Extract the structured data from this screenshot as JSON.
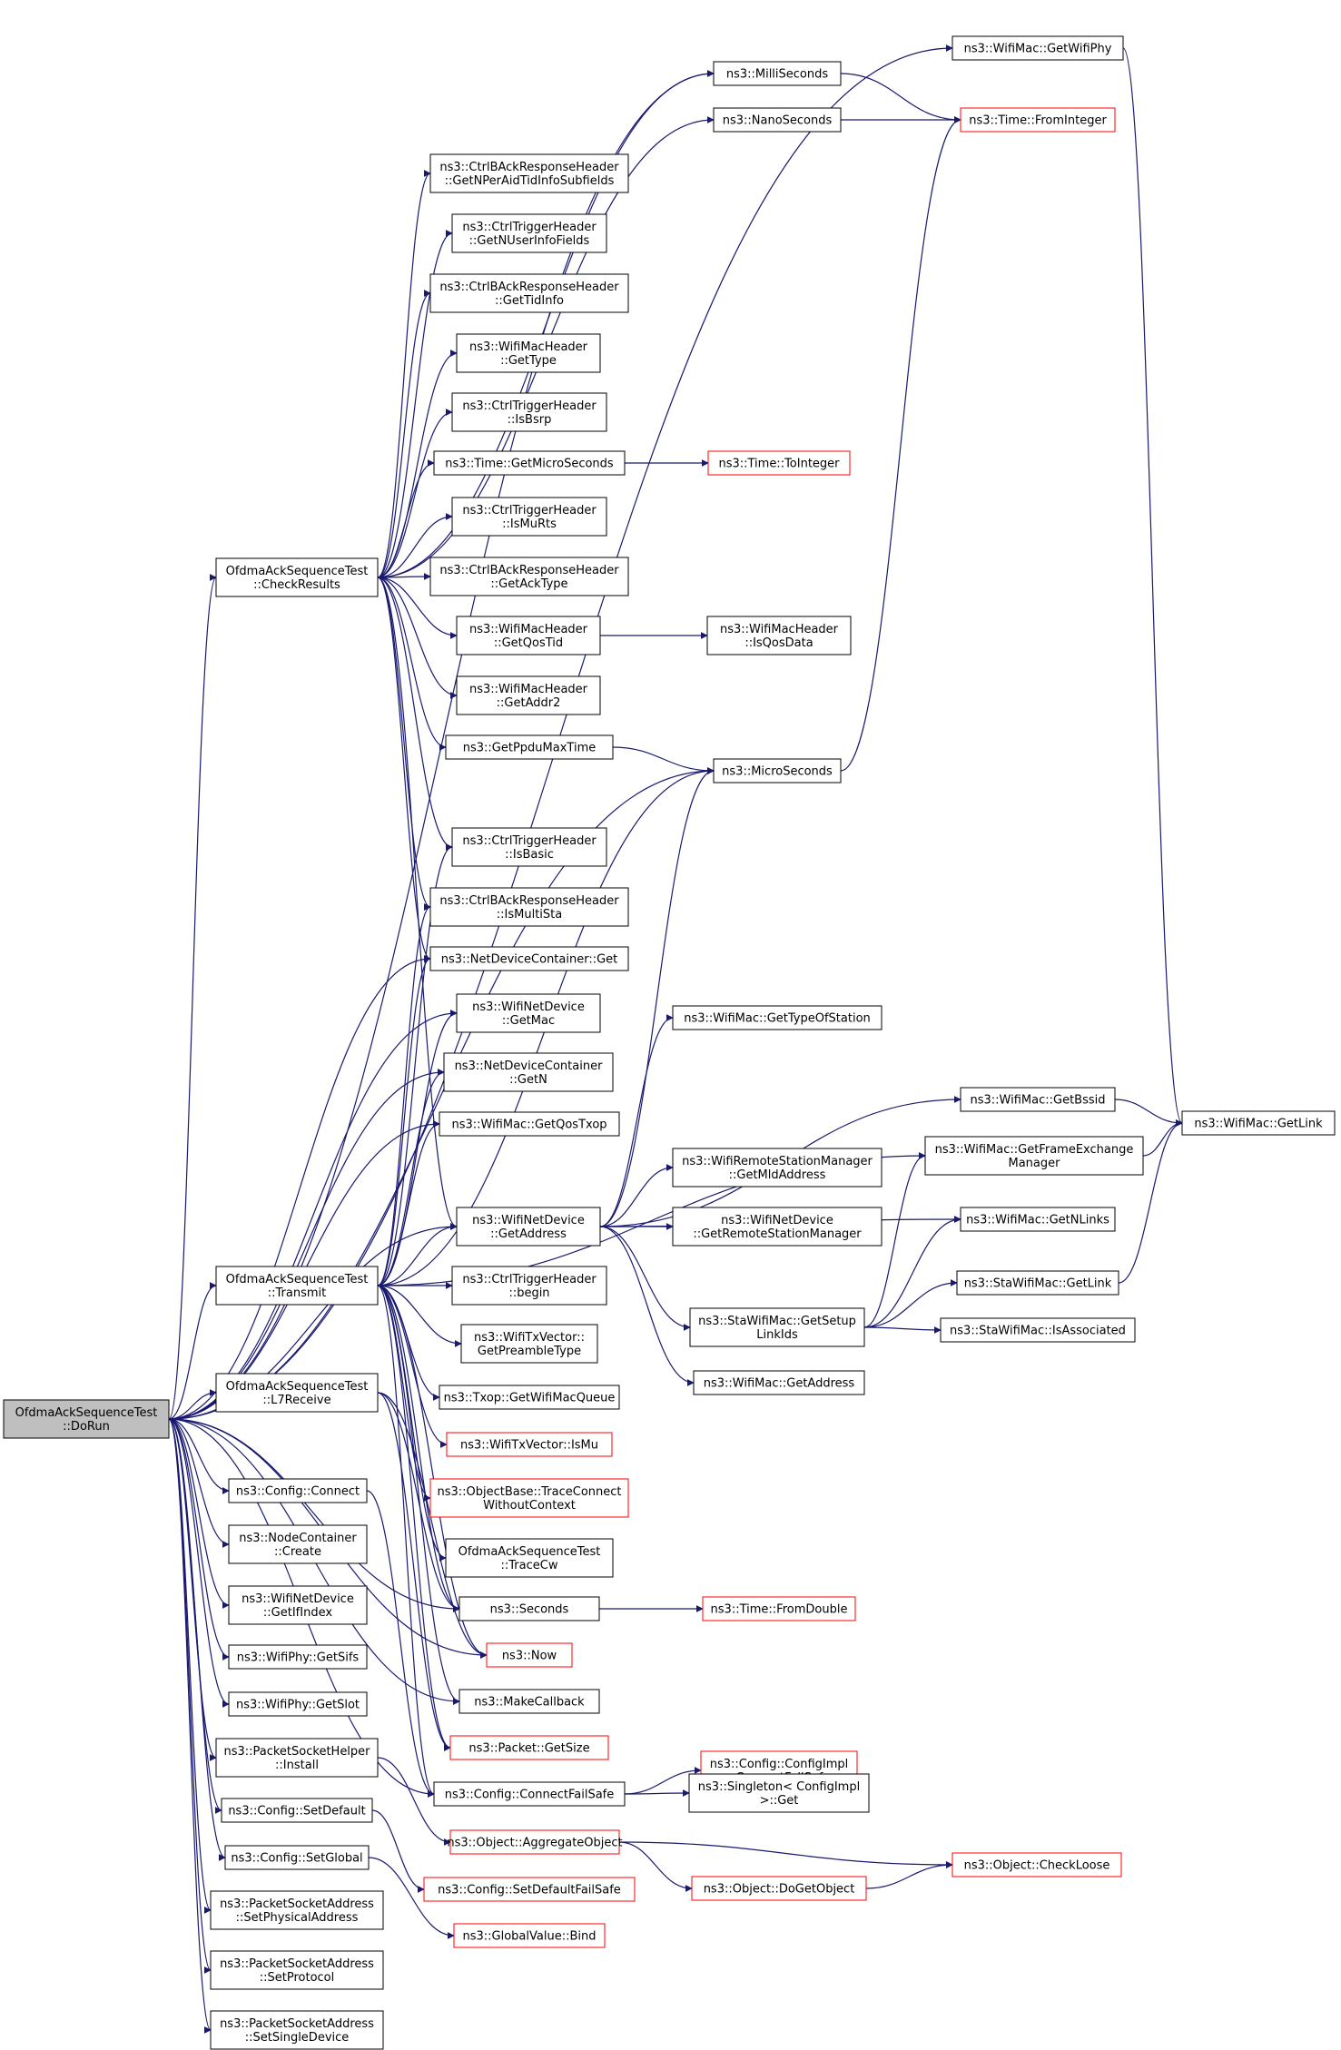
{
  "diagram": {
    "colors": {
      "edge": "#191970",
      "node_border": "#000000",
      "truncated_border": "#ff0000",
      "root_fill": "#bfbfbf",
      "node_fill": "#ffffff"
    },
    "nodes": [
      {
        "id": "dorun",
        "lines": [
          "OfdmaAckSequenceTest",
          "::DoRun"
        ],
        "root": true
      },
      {
        "id": "checkresults",
        "lines": [
          "OfdmaAckSequenceTest",
          "::CheckResults"
        ]
      },
      {
        "id": "transmit",
        "lines": [
          "OfdmaAckSequenceTest",
          "::Transmit"
        ]
      },
      {
        "id": "l7receive",
        "lines": [
          "OfdmaAckSequenceTest",
          "::L7Receive"
        ]
      },
      {
        "id": "cfg_connect",
        "lines": [
          "ns3::Config::Connect"
        ]
      },
      {
        "id": "nc_create",
        "lines": [
          "ns3::NodeContainer",
          "::Create"
        ]
      },
      {
        "id": "wnd_getifindex",
        "lines": [
          "ns3::WifiNetDevice",
          "::GetIfIndex"
        ]
      },
      {
        "id": "getsifs",
        "lines": [
          "ns3::WifiPhy::GetSifs"
        ]
      },
      {
        "id": "getslot",
        "lines": [
          "ns3::WifiPhy::GetSlot"
        ]
      },
      {
        "id": "psh_install",
        "lines": [
          "ns3::PacketSocketHelper",
          "::Install"
        ]
      },
      {
        "id": "cfg_setdefault",
        "lines": [
          "ns3::Config::SetDefault"
        ]
      },
      {
        "id": "cfg_setglobal",
        "lines": [
          "ns3::Config::SetGlobal"
        ]
      },
      {
        "id": "psa_setphys",
        "lines": [
          "ns3::PacketSocketAddress",
          "::SetPhysicalAddress"
        ]
      },
      {
        "id": "psa_setproto",
        "lines": [
          "ns3::PacketSocketAddress",
          "::SetProtocol"
        ]
      },
      {
        "id": "psa_setsingle",
        "lines": [
          "ns3::PacketSocketAddress",
          "::SetSingleDevice"
        ]
      },
      {
        "id": "getwifiphy",
        "lines": [
          "ns3::WifiMac::GetWifiPhy"
        ]
      },
      {
        "id": "milliseconds",
        "lines": [
          "ns3::MilliSeconds"
        ]
      },
      {
        "id": "nanoseconds",
        "lines": [
          "ns3::NanoSeconds"
        ]
      },
      {
        "id": "fromint",
        "lines": [
          "ns3::Time::FromInteger"
        ],
        "truncated": true
      },
      {
        "id": "cbar_nper",
        "lines": [
          "ns3::CtrlBAckResponseHeader",
          "::GetNPerAidTidInfoSubfields"
        ]
      },
      {
        "id": "ct_getnuser",
        "lines": [
          "ns3::CtrlTriggerHeader",
          "::GetNUserInfoFields"
        ]
      },
      {
        "id": "cbar_gettid",
        "lines": [
          "ns3::CtrlBAckResponseHeader",
          "::GetTidInfo"
        ]
      },
      {
        "id": "wmh_gettype",
        "lines": [
          "ns3::WifiMacHeader",
          "::GetType"
        ]
      },
      {
        "id": "ct_isbsrp",
        "lines": [
          "ns3::CtrlTriggerHeader",
          "::IsBsrp"
        ]
      },
      {
        "id": "getmicro",
        "lines": [
          "ns3::Time::GetMicroSeconds"
        ]
      },
      {
        "id": "tointeger",
        "lines": [
          "ns3::Time::ToInteger"
        ],
        "truncated": true
      },
      {
        "id": "ct_ismurts",
        "lines": [
          "ns3::CtrlTriggerHeader",
          "::IsMuRts"
        ]
      },
      {
        "id": "cbar_getacktype",
        "lines": [
          "ns3::CtrlBAckResponseHeader",
          "::GetAckType"
        ]
      },
      {
        "id": "wmh_getqostid",
        "lines": [
          "ns3::WifiMacHeader",
          "::GetQosTid"
        ]
      },
      {
        "id": "wmh_isqosdata",
        "lines": [
          "ns3::WifiMacHeader",
          "::IsQosData"
        ]
      },
      {
        "id": "wmh_getaddr2",
        "lines": [
          "ns3::WifiMacHeader",
          "::GetAddr2"
        ]
      },
      {
        "id": "getppdumax",
        "lines": [
          "ns3::GetPpduMaxTime"
        ]
      },
      {
        "id": "microseconds",
        "lines": [
          "ns3::MicroSeconds"
        ]
      },
      {
        "id": "ct_isbasic",
        "lines": [
          "ns3::CtrlTriggerHeader",
          "::IsBasic"
        ]
      },
      {
        "id": "cbar_ismultista",
        "lines": [
          "ns3::CtrlBAckResponseHeader",
          "::IsMultiSta"
        ]
      },
      {
        "id": "ndc_get",
        "lines": [
          "ns3::NetDeviceContainer::Get"
        ]
      },
      {
        "id": "wnd_getmac",
        "lines": [
          "ns3::WifiNetDevice",
          "::GetMac"
        ]
      },
      {
        "id": "ndc_getn",
        "lines": [
          "ns3::NetDeviceContainer",
          "::GetN"
        ]
      },
      {
        "id": "getqostxop",
        "lines": [
          "ns3::WifiMac::GetQosTxop"
        ]
      },
      {
        "id": "wnd_getaddress",
        "lines": [
          "ns3::WifiNetDevice",
          "::GetAddress"
        ]
      },
      {
        "id": "ct_begin",
        "lines": [
          "ns3::CtrlTriggerHeader",
          "::begin"
        ]
      },
      {
        "id": "wtv_getpreamble",
        "lines": [
          "ns3::WifiTxVector::",
          "GetPreambleType"
        ]
      },
      {
        "id": "txop_getqueue",
        "lines": [
          "ns3::Txop::GetWifiMacQueue"
        ]
      },
      {
        "id": "wtv_ismu",
        "lines": [
          "ns3::WifiTxVector::IsMu"
        ],
        "truncated": true
      },
      {
        "id": "ob_traceconnect",
        "lines": [
          "ns3::ObjectBase::TraceConnect",
          "WithoutContext"
        ],
        "truncated": true
      },
      {
        "id": "tracecw",
        "lines": [
          "OfdmaAckSequenceTest",
          "::TraceCw"
        ]
      },
      {
        "id": "seconds",
        "lines": [
          "ns3::Seconds"
        ]
      },
      {
        "id": "fromdouble",
        "lines": [
          "ns3::Time::FromDouble"
        ],
        "truncated": true
      },
      {
        "id": "now",
        "lines": [
          "ns3::Now"
        ],
        "truncated": true
      },
      {
        "id": "makecallback",
        "lines": [
          "ns3::MakeCallback"
        ]
      },
      {
        "id": "packet_getsize",
        "lines": [
          "ns3::Packet::GetSize"
        ],
        "truncated": true
      },
      {
        "id": "connectfailsafe",
        "lines": [
          "ns3::Config::ConnectFailSafe"
        ]
      },
      {
        "id": "cfgimpl_connectfs",
        "lines": [
          "ns3::Config::ConfigImpl",
          "::ConnectFailSafe"
        ],
        "truncated": true
      },
      {
        "id": "singleton_get",
        "lines": [
          "ns3::Singleton< ConfigImpl",
          " >::Get"
        ]
      },
      {
        "id": "aggregateobject",
        "lines": [
          "ns3::Object::AggregateObject"
        ],
        "truncated": true
      },
      {
        "id": "setdefaultfs",
        "lines": [
          "ns3::Config::SetDefaultFailSafe"
        ],
        "truncated": true
      },
      {
        "id": "globalvalue_bind",
        "lines": [
          "ns3::GlobalValue::Bind"
        ],
        "truncated": true
      },
      {
        "id": "dogetobject",
        "lines": [
          "ns3::Object::DoGetObject"
        ],
        "truncated": true
      },
      {
        "id": "checkloose",
        "lines": [
          "ns3::Object::CheckLoose"
        ],
        "truncated": true
      },
      {
        "id": "gettypeofstation",
        "lines": [
          "ns3::WifiMac::GetTypeOfStation"
        ]
      },
      {
        "id": "getbssid",
        "lines": [
          "ns3::WifiMac::GetBssid"
        ]
      },
      {
        "id": "getlink",
        "lines": [
          "ns3::WifiMac::GetLink"
        ]
      },
      {
        "id": "getfem",
        "lines": [
          "ns3::WifiMac::GetFrameExchange",
          "Manager"
        ]
      },
      {
        "id": "wrsm_getmld",
        "lines": [
          "ns3::WifiRemoteStationManager",
          "::GetMldAddress"
        ]
      },
      {
        "id": "wnd_getrsm",
        "lines": [
          "ns3::WifiNetDevice",
          "::GetRemoteStationManager"
        ]
      },
      {
        "id": "getnlinks",
        "lines": [
          "ns3::WifiMac::GetNLinks"
        ]
      },
      {
        "id": "sta_getlink",
        "lines": [
          "ns3::StaWifiMac::GetLink"
        ]
      },
      {
        "id": "sta_getsetup",
        "lines": [
          "ns3::StaWifiMac::GetSetup",
          "LinkIds"
        ]
      },
      {
        "id": "sta_isassoc",
        "lines": [
          "ns3::StaWifiMac::IsAssociated"
        ]
      },
      {
        "id": "wifimac_getaddress",
        "lines": [
          "ns3::WifiMac::GetAddress"
        ]
      }
    ],
    "edges": [
      [
        "dorun",
        "checkresults"
      ],
      [
        "dorun",
        "transmit"
      ],
      [
        "dorun",
        "l7receive"
      ],
      [
        "dorun",
        "cfg_connect"
      ],
      [
        "dorun",
        "nc_create"
      ],
      [
        "dorun",
        "wnd_getifindex"
      ],
      [
        "dorun",
        "getsifs"
      ],
      [
        "dorun",
        "getslot"
      ],
      [
        "dorun",
        "psh_install"
      ],
      [
        "dorun",
        "cfg_setdefault"
      ],
      [
        "dorun",
        "cfg_setglobal"
      ],
      [
        "dorun",
        "psa_setphys"
      ],
      [
        "dorun",
        "psa_setproto"
      ],
      [
        "dorun",
        "psa_setsingle"
      ],
      [
        "dorun",
        "getwifiphy"
      ],
      [
        "dorun",
        "milliseconds"
      ],
      [
        "dorun",
        "microseconds"
      ],
      [
        "dorun",
        "ndc_get"
      ],
      [
        "dorun",
        "wnd_getmac"
      ],
      [
        "dorun",
        "ndc_getn"
      ],
      [
        "dorun",
        "getqostxop"
      ],
      [
        "dorun",
        "wnd_getaddress"
      ],
      [
        "dorun",
        "seconds"
      ],
      [
        "dorun",
        "now"
      ],
      [
        "dorun",
        "makecallback"
      ],
      [
        "dorun",
        "connectfailsafe"
      ],
      [
        "checkresults",
        "milliseconds"
      ],
      [
        "checkresults",
        "nanoseconds"
      ],
      [
        "checkresults",
        "cbar_nper"
      ],
      [
        "checkresults",
        "ct_getnuser"
      ],
      [
        "checkresults",
        "cbar_gettid"
      ],
      [
        "checkresults",
        "wmh_gettype"
      ],
      [
        "checkresults",
        "ct_isbsrp"
      ],
      [
        "checkresults",
        "getmicro"
      ],
      [
        "checkresults",
        "ct_ismurts"
      ],
      [
        "checkresults",
        "cbar_getacktype"
      ],
      [
        "checkresults",
        "wmh_getqostid"
      ],
      [
        "checkresults",
        "wmh_getaddr2"
      ],
      [
        "checkresults",
        "getppdumax"
      ],
      [
        "checkresults",
        "ct_isbasic"
      ],
      [
        "checkresults",
        "cbar_ismultista"
      ],
      [
        "checkresults",
        "ndc_get"
      ],
      [
        "checkresults",
        "wnd_getaddress"
      ],
      [
        "transmit",
        "ct_isbasic"
      ],
      [
        "transmit",
        "cbar_ismultista"
      ],
      [
        "transmit",
        "ndc_get"
      ],
      [
        "transmit",
        "wnd_getmac"
      ],
      [
        "transmit",
        "ndc_getn"
      ],
      [
        "transmit",
        "getqostxop"
      ],
      [
        "transmit",
        "wnd_getaddress"
      ],
      [
        "transmit",
        "ct_begin"
      ],
      [
        "transmit",
        "wtv_getpreamble"
      ],
      [
        "transmit",
        "txop_getqueue"
      ],
      [
        "transmit",
        "wtv_ismu"
      ],
      [
        "transmit",
        "ob_traceconnect"
      ],
      [
        "transmit",
        "tracecw"
      ],
      [
        "transmit",
        "seconds"
      ],
      [
        "transmit",
        "now"
      ],
      [
        "transmit",
        "makecallback"
      ],
      [
        "transmit",
        "packet_getsize"
      ],
      [
        "transmit",
        "connectfailsafe"
      ],
      [
        "transmit",
        "microseconds"
      ],
      [
        "transmit",
        "getfem"
      ],
      [
        "l7receive",
        "seconds"
      ],
      [
        "l7receive",
        "now"
      ],
      [
        "l7receive",
        "packet_getsize"
      ],
      [
        "cfg_connect",
        "connectfailsafe"
      ],
      [
        "psh_install",
        "aggregateobject"
      ],
      [
        "cfg_setdefault",
        "setdefaultfs"
      ],
      [
        "cfg_setglobal",
        "globalvalue_bind"
      ],
      [
        "getwifiphy",
        "getlink"
      ],
      [
        "milliseconds",
        "fromint"
      ],
      [
        "nanoseconds",
        "fromint"
      ],
      [
        "getmicro",
        "tointeger"
      ],
      [
        "wmh_getqostid",
        "wmh_isqosdata"
      ],
      [
        "getppdumax",
        "microseconds"
      ],
      [
        "microseconds",
        "fromint"
      ],
      [
        "seconds",
        "fromdouble"
      ],
      [
        "connectfailsafe",
        "cfgimpl_connectfs"
      ],
      [
        "connectfailsafe",
        "singleton_get"
      ],
      [
        "aggregateobject",
        "dogetobject"
      ],
      [
        "aggregateobject",
        "checkloose"
      ],
      [
        "dogetobject",
        "checkloose"
      ],
      [
        "wnd_getaddress",
        "microseconds"
      ],
      [
        "wnd_getaddress",
        "gettypeofstation"
      ],
      [
        "wnd_getaddress",
        "getbssid"
      ],
      [
        "wnd_getaddress",
        "wrsm_getmld"
      ],
      [
        "wnd_getaddress",
        "wnd_getrsm"
      ],
      [
        "wnd_getaddress",
        "getnlinks"
      ],
      [
        "wnd_getaddress",
        "sta_getsetup"
      ],
      [
        "wnd_getaddress",
        "wifimac_getaddress"
      ],
      [
        "getbssid",
        "getlink"
      ],
      [
        "getfem",
        "getlink"
      ],
      [
        "sta_getlink",
        "getlink"
      ],
      [
        "sta_getsetup",
        "getfem"
      ],
      [
        "sta_getsetup",
        "getnlinks"
      ],
      [
        "sta_getsetup",
        "sta_getlink"
      ],
      [
        "sta_getsetup",
        "sta_isassoc"
      ]
    ]
  }
}
